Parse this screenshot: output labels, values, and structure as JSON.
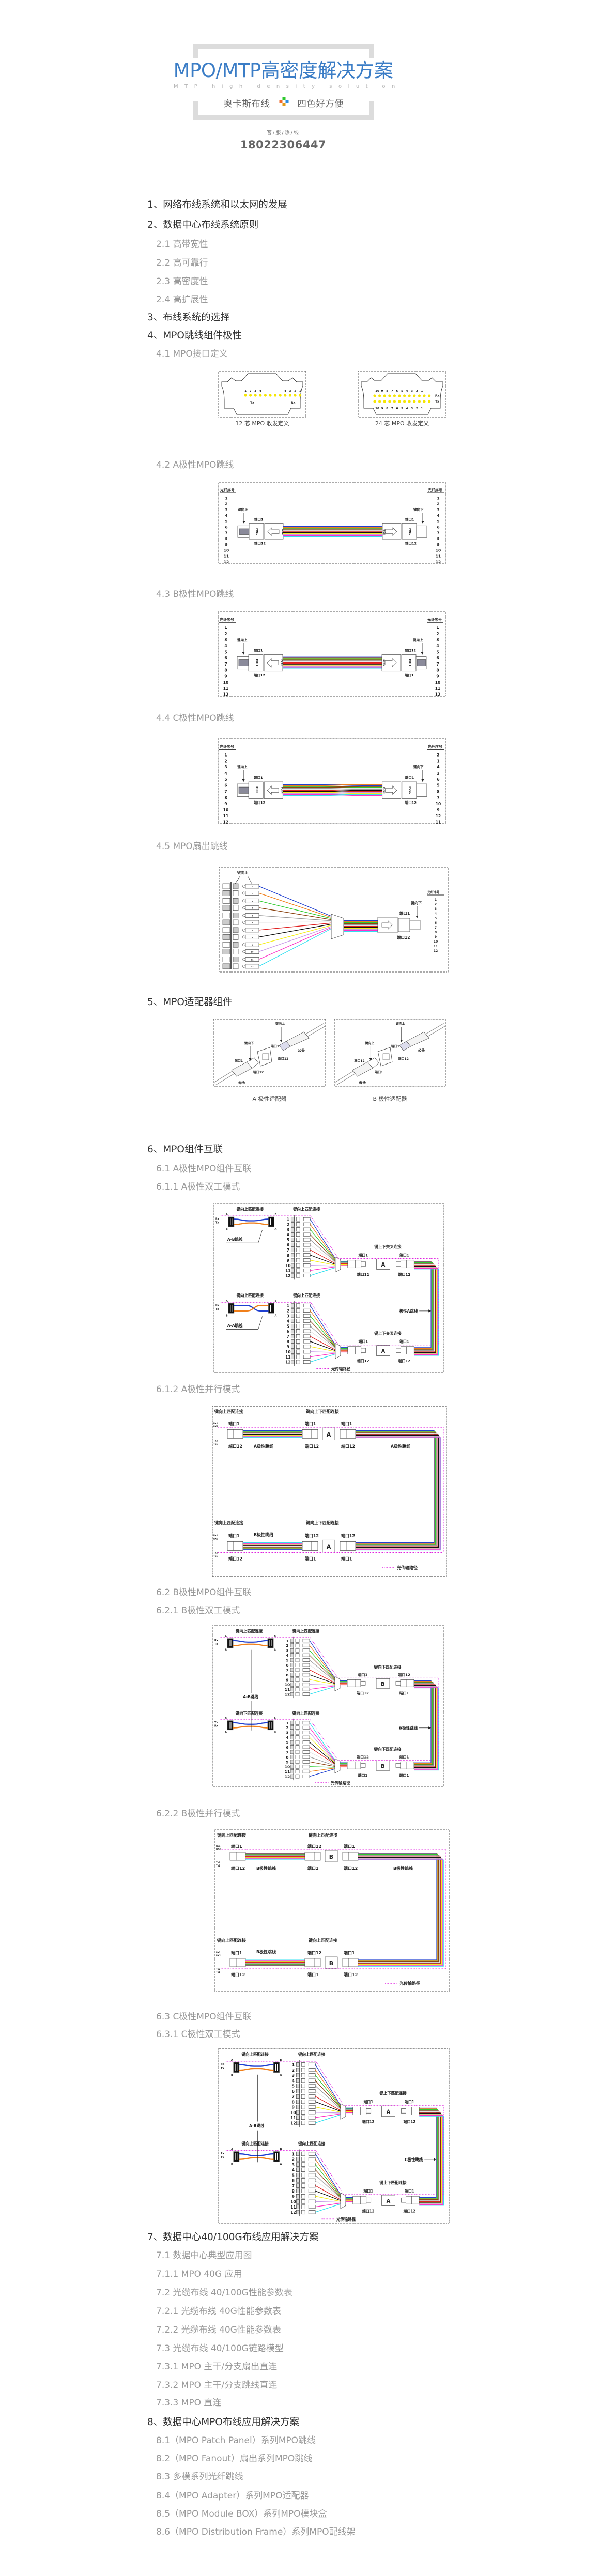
{
  "header": {
    "title": "MPO/MTP高密度解决方案",
    "subtitle_en": "MTP high density solution",
    "brand": "奥卡斯布线",
    "slogan": "四色好方便",
    "hotline_label": "客/服/热/线",
    "hotline": "18022306447"
  },
  "colors": {
    "title": "#3b7dc6",
    "frame": "#dcdcdc",
    "path": "#e020e0",
    "logo": [
      "#2ec82e",
      "#f06a28",
      "#2a8be0",
      "#e09a18"
    ]
  },
  "fiber_colors": [
    "#1f3fd0",
    "#f07f1a",
    "#2ecc2e",
    "#8b4513",
    "#9a9a9a",
    "#e6e6e6",
    "#e02020",
    "#111111",
    "#f5ef1a",
    "#c99ae8",
    "#ff30c8",
    "#30e0f0"
  ],
  "sections": [
    "1、网络布线系统和以太网的发展",
    "2、数据中心布线系统原则",
    "2.1 高带宽性",
    "2.2 高可靠行",
    "2.3 高密度性",
    "2.4 高扩展性",
    "3、布线系统的选择",
    "4、MPO跳线组件极性",
    "4.1 MPO接口定义",
    "4.2 A极性MPO跳线",
    "4.3 B极性MPO跳线",
    "4.4 C极性MPO跳线",
    "4.5 MPO扇出跳线",
    "5、MPO适配器组件",
    "6、MPO组件互联",
    "6.1 A极性MPO组件互联",
    "6.1.1 A极性双工模式",
    "6.1.2 A极性并行模式",
    "6.2 B极性MPO组件互联",
    "6.2.1 B极性双工模式",
    "6.2.2 B极性并行模式",
    "6.3 C极性MPO组件互联",
    "6.3.1 C极性双工模式",
    "7、数据中心40/100G布线应用解决方案",
    "7.1 数据中心典型应用图",
    "7.1.1 MPO 40G 应用",
    "7.2 光缆布线 40/100G性能参数表",
    "7.2.1 光缆布线 40G性能参数表",
    "7.2.2 光缆布线 40G性能参数表",
    "7.3 光缆布线 40/100G链路模型",
    "7.3.1 MPO 主干/分支扇出直连",
    "7.3.2 MPO 主干/分支跳线直连",
    "7.3.3 MPO 直连",
    "8、数据中心MPO布线应用解决方案",
    "8.1（MPO Patch Panel）系列MPO跳线",
    "8.2（MPO Fanout）扇出系列MPO跳线",
    "8.3 多模系列光纤跳线",
    "8.4（MPO Adapter）系列MPO适配器",
    "8.5（MPO Module BOX）系列MPO模块盒",
    "8.6（MPO Distribution Frame）系列MPO配线架"
  ],
  "diagrams": {
    "connector_12": {
      "caption": "12 芯 MPO 收发定义",
      "left_nums": [
        "1",
        "2",
        "3",
        "4"
      ],
      "right_nums": [
        "4",
        "3",
        "2",
        "1"
      ],
      "tx": "Tx",
      "rx": "Rx"
    },
    "connector_24": {
      "caption": "24 芯 MPO 收发定义",
      "nums": [
        "10",
        "9",
        "8",
        "7",
        "6",
        "5",
        "4",
        "3",
        "2",
        "1"
      ],
      "rx": "Rx",
      "tx": "Tx"
    },
    "jumper_a": {
      "fiber_header": "光纤序号",
      "left_nums": [
        "1",
        "2",
        "3",
        "4",
        "5",
        "6",
        "7",
        "8",
        "9",
        "10",
        "11",
        "12"
      ],
      "right_nums": [
        "1",
        "2",
        "3",
        "4",
        "5",
        "6",
        "7",
        "8",
        "9",
        "10",
        "11",
        "12"
      ],
      "left_key": "键向上",
      "right_key": "键向下",
      "left_port_top": "端口1",
      "left_port_bottom": "端口12",
      "right_port_top": "端口1",
      "right_port_bottom": "端口12",
      "pull": "PULL",
      "push": "PUSH"
    },
    "jumper_b": {
      "fiber_header": "光纤序号",
      "left_nums": [
        "1",
        "2",
        "3",
        "4",
        "5",
        "6",
        "7",
        "8",
        "9",
        "10",
        "11",
        "12"
      ],
      "right_nums": [
        "1",
        "2",
        "3",
        "4",
        "5",
        "6",
        "7",
        "8",
        "9",
        "10",
        "11",
        "12"
      ],
      "left_key": "键向上",
      "right_key": "键向上",
      "left_port_top": "端口1",
      "left_port_bottom": "端口12",
      "right_port_top": "端口12",
      "right_port_bottom": "端口1",
      "pull": "PULL",
      "push": "PUSH"
    },
    "jumper_c": {
      "fiber_header": "光纤序号",
      "left_nums": [
        "1",
        "2",
        "3",
        "4",
        "5",
        "6",
        "7",
        "8",
        "9",
        "10",
        "11",
        "12"
      ],
      "right_nums": [
        "2",
        "1",
        "4",
        "3",
        "6",
        "5",
        "8",
        "7",
        "10",
        "9",
        "12",
        "11"
      ],
      "left_key": "键向上",
      "right_key": "键向下",
      "left_port_top": "端口1",
      "left_port_bottom": "端口12",
      "right_port_top": "端口1",
      "right_port_bottom": "端口12",
      "pull": "PULL",
      "push": "PUSH"
    },
    "fanout": {
      "key_up": "键向上",
      "key_down": "键向下",
      "port_top": "端口1",
      "port_bottom": "端口12",
      "fiber_header": "光纤序号",
      "nums": [
        "1",
        "2",
        "3",
        "4",
        "5",
        "6",
        "7",
        "8",
        "9",
        "10",
        "11",
        "12"
      ]
    },
    "adapter_a": {
      "caption": "A 极性适配器",
      "key_top": "键向上",
      "key_left": "键向下",
      "female_port_top": "端口1",
      "female_port_bottom": "端口12",
      "male_port_top": "端口1",
      "male_port_bottom": "端口12",
      "male": "公头",
      "female": "母头"
    },
    "adapter_b": {
      "caption": "B 极性适配器",
      "key_top": "键向上",
      "key_left": "键向上",
      "female_port_top": "端口12",
      "female_port_bottom": "端口1",
      "male_port_top": "端口1",
      "male_port_bottom": "端口12",
      "male": "公头",
      "female": "母头"
    },
    "duplex_a": {
      "adapter": "A",
      "polarity_label": "极性A跳线",
      "legend": "光传输路径",
      "cord_mode": "separate",
      "rows": [
        {
          "cord_header": "键向上匹配连接",
          "panel_header": "键向上匹配连接",
          "link_header": "键上下交叉连接",
          "rx": "Rx",
          "tx": "Tx",
          "ends": [
            "A",
            "B",
            "B",
            "A"
          ],
          "cord_label": "A-B跳线",
          "cross": false,
          "reverse": false,
          "ports": [
            "端口1",
            "端口12",
            "端口1",
            "端口12"
          ]
        },
        {
          "cord_header": "键向上匹配连接",
          "panel_header": "键向上匹配连接",
          "link_header": "键上下交叉连接",
          "rx": "Rx",
          "tx": "Tx",
          "ends": [
            "A",
            "B",
            "B",
            "A"
          ],
          "cord_label": "A-A跳线",
          "cross": true,
          "reverse": false,
          "ports": [
            "端口1",
            "端口12",
            "端口1",
            "端口12"
          ]
        }
      ],
      "nums": [
        "1",
        "2",
        "3",
        "4",
        "5",
        "6",
        "7",
        "8",
        "9",
        "10",
        "11",
        "12"
      ]
    },
    "duplex_b": {
      "adapter": "B",
      "polarity_label": "B极性跳线",
      "legend": "光传输路径",
      "cord_mode": "shared",
      "cord_label": "A-B跳线",
      "rows": [
        {
          "cord_header": "键向上匹配连接",
          "panel_header": "键向上匹配连接",
          "link_header": "键向下匹配连接",
          "rx": "Rx",
          "tx": "Tx",
          "ends": [
            "A",
            "B",
            "B",
            "A"
          ],
          "cross": false,
          "reverse": false,
          "ports": [
            "端口1",
            "端口12",
            "端口12",
            "端口1"
          ]
        },
        {
          "cord_header": "键向下匹配连接",
          "panel_header": "键向上匹配连接",
          "link_header": "键向下匹配连接",
          "rx": "Tx",
          "tx": "Rx",
          "ends": [
            "B",
            "A",
            "A",
            "B"
          ],
          "cross": false,
          "reverse": true,
          "ports": [
            "端口12",
            "端口1",
            "端口1",
            "端口1"
          ]
        }
      ],
      "nums": [
        "1",
        "2",
        "3",
        "4",
        "5",
        "6",
        "7",
        "8",
        "9",
        "10",
        "11",
        "12"
      ]
    },
    "duplex_c": {
      "adapter": "A",
      "polarity_label": "C极性跳线",
      "legend": "光传输路径",
      "cord_mode": "shared",
      "cord_label": "A-B跳线",
      "rows": [
        {
          "cord_header": "键向上匹配连接",
          "panel_header": "键向上匹配连接",
          "link_header": "键上下匹配连接",
          "rx": "RX",
          "tx": "TX",
          "ends": [
            "A",
            "B",
            "B",
            "A"
          ],
          "cross": false,
          "reverse": false,
          "ports": [
            "端口1",
            "端口12",
            "端口1",
            "端口12"
          ]
        },
        {
          "cord_header": "键向上匹配连接",
          "panel_header": "键向上匹配连接",
          "link_header": "键上下匹配连接",
          "rx": "Rx",
          "tx": "Tx",
          "ends": [
            "A",
            "B",
            "B",
            "A"
          ],
          "cross": false,
          "reverse": false,
          "ports": [
            "端口1",
            "端口12",
            "端口1",
            "端口12"
          ]
        }
      ],
      "nums": [
        "1",
        "2",
        "3",
        "4",
        "5",
        "6",
        "7",
        "8",
        "9",
        "10",
        "11",
        "12"
      ]
    },
    "parallel_a": {
      "adapter": "A",
      "legend": "光传输路径",
      "rows": [
        {
          "left_header": "键向上匹配连接",
          "mid_header": "键向上下匹配连接",
          "side": [
            "Rx1",
            "RX2",
            "Tx2",
            "Tx1"
          ],
          "ports": [
            "端口1",
            "端口12",
            "端口1",
            "端口12",
            "端口1",
            "端口12"
          ],
          "jumper_left": "A极性跳线",
          "jumper_right": "A极性跳线"
        },
        {
          "left_header": "键向上匹配连接",
          "mid_header": "键向上下匹配连接",
          "side": [
            "Rx1",
            "RX2",
            "Tx2",
            "Tx1"
          ],
          "ports": [
            "端口1",
            "端口12",
            "端口12",
            "端口1",
            "端口12",
            "端口1"
          ],
          "jumper_left": "B极性跳线",
          "jumper_right": ""
        }
      ]
    },
    "parallel_b": {
      "adapter": "B",
      "legend": "光传输路径",
      "rows": [
        {
          "left_header": "键向上匹配连接",
          "mid_header": "键向上匹配连接",
          "side": [
            "Rx1",
            "RX2",
            "Tx2",
            "Tx1"
          ],
          "ports": [
            "端口1",
            "端口12",
            "端口12",
            "端口1",
            "端口1",
            "端口12"
          ],
          "jumper_left": "B极性跳线",
          "jumper_right": "B极性跳线"
        },
        {
          "left_header": "键向上匹配连接",
          "mid_header": "键向上匹配连接",
          "side": [
            "Rx1",
            "RX2",
            "Tx2",
            "Tx1"
          ],
          "ports": [
            "端口1",
            "端口12",
            "端口12",
            "端口1",
            "端口1",
            "端口12"
          ],
          "jumper_left": "B极性跳线",
          "jumper_right": ""
        }
      ]
    }
  }
}
